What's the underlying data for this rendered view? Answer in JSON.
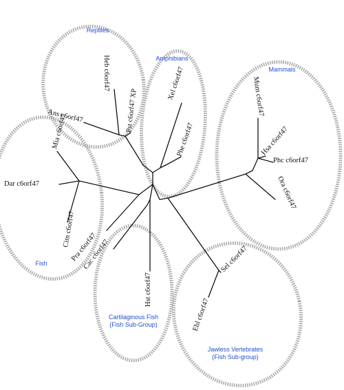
{
  "groups": {
    "reptiles": "Reptiles",
    "amphibians": "Amphibians",
    "mammals": "Mammals",
    "fish": "Fish",
    "cartilaginous_line1": "Cartilaginous Fish",
    "cartilaginous_line2": "(Fish Sub-Group)",
    "jawless_line1": "Jawless Vertebrates",
    "jawless_line2": "(Fish Sub-group)"
  },
  "leaves": {
    "heb": "Heb c6orf47",
    "pst": "Pst c6orf47 XP",
    "ans": "Ans c6orf47",
    "xel": "Xel c6orf47",
    "phe": "Phe c6orf47",
    "mum": "Mum c6orf47",
    "hsa": "Hsa c6orf47",
    "phc": "Phc c6orf47",
    "ora": "Ora c6orf47",
    "mia": "Mia c6orf47",
    "dar": "Dar c6orf47",
    "cim": "Cim c6orf47",
    "pra": "Pra c6orf47",
    "cac": "Cac c6orf47",
    "hst": "Hst c6orf47",
    "sel": "Sel c6orf47",
    "ebl": "Ebl c6orf47"
  }
}
